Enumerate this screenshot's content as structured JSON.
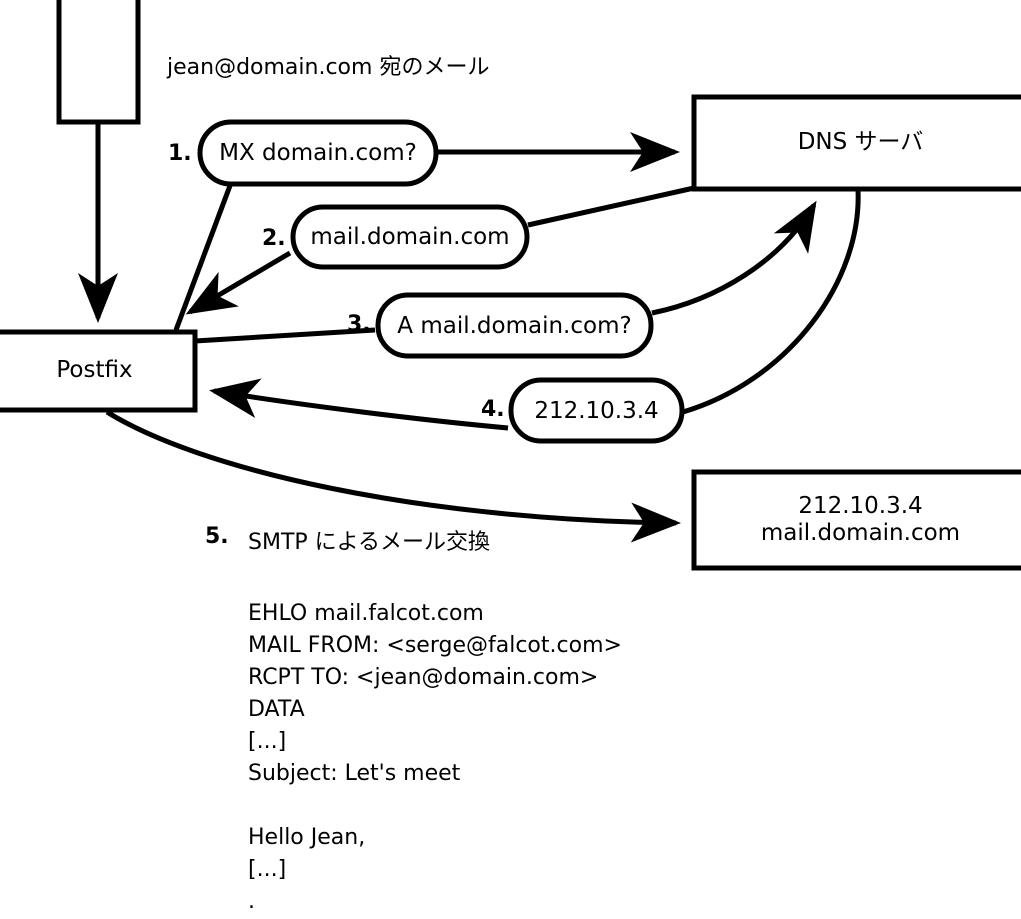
{
  "diagram": {
    "title_caption": "jean@domain.com 宛のメール",
    "nodes": {
      "mua_box": {
        "label": ""
      },
      "postfix_box": {
        "label": "Postfix"
      },
      "dns_box": {
        "label": "DNS サーバ"
      },
      "mail_server_box": {
        "line1": "212.10.3.4",
        "line2": "mail.domain.com"
      }
    },
    "steps": [
      {
        "number": "1.",
        "bubble": "MX domain.com?"
      },
      {
        "number": "2.",
        "bubble": "mail.domain.com"
      },
      {
        "number": "3.",
        "bubble": "A mail.domain.com?"
      },
      {
        "number": "4.",
        "bubble": "212.10.3.4"
      },
      {
        "number": "5.",
        "label": "SMTP によるメール交換"
      }
    ],
    "smtp_transcript": [
      "EHLO mail.falcot.com",
      "MAIL FROM: <serge@falcot.com>",
      "RCPT TO: <jean@domain.com>",
      "DATA",
      "[...]",
      "Subject: Let's meet",
      "",
      "Hello Jean,",
      "[...]",
      "."
    ],
    "colors": {
      "stroke": "#000000",
      "fill": "#ffffff",
      "text": "#000000"
    }
  }
}
